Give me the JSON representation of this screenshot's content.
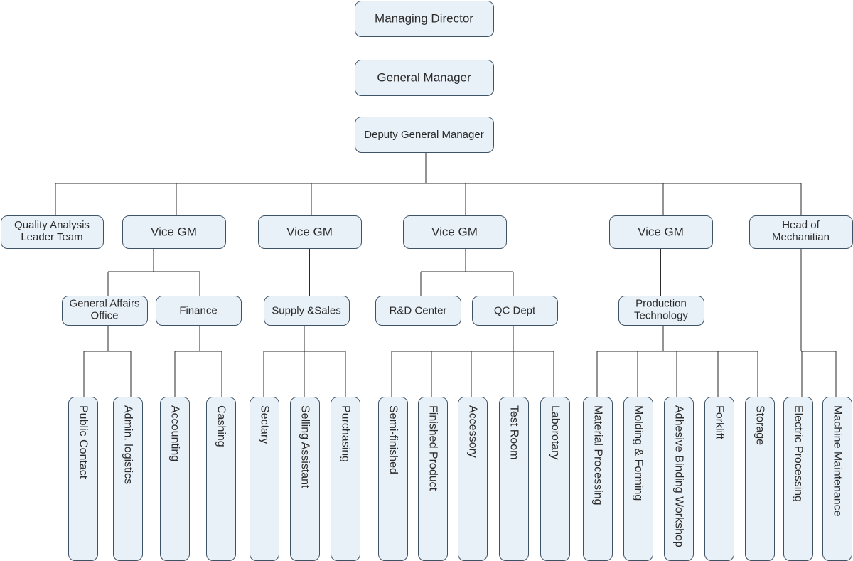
{
  "chart": {
    "nodes": [
      {
        "id": "md",
        "label": "Managing Director",
        "level": "top"
      },
      {
        "id": "gm",
        "label": "General Manager",
        "level": "top"
      },
      {
        "id": "dgm",
        "label": "Deputy General Manager",
        "level": "top"
      },
      {
        "id": "qa",
        "label": "Quality Analysis Leader Team",
        "level": "mid"
      },
      {
        "id": "vgm1",
        "label": "Vice GM",
        "level": "mid"
      },
      {
        "id": "vgm2",
        "label": "Vice GM",
        "level": "mid"
      },
      {
        "id": "vgm3",
        "label": "Vice GM",
        "level": "mid"
      },
      {
        "id": "vgm4",
        "label": "Vice GM",
        "level": "mid"
      },
      {
        "id": "hom",
        "label": "Head of Mechanitian",
        "level": "mid"
      },
      {
        "id": "gao",
        "label": "General Affairs Office",
        "level": "dept"
      },
      {
        "id": "fin",
        "label": "Finance",
        "level": "dept"
      },
      {
        "id": "ss",
        "label": "Supply &Sales",
        "level": "dept"
      },
      {
        "id": "rd",
        "label": "R&D Center",
        "level": "dept"
      },
      {
        "id": "qc",
        "label": "QC Dept",
        "level": "dept"
      },
      {
        "id": "pt",
        "label": "Production Technology",
        "level": "dept"
      },
      {
        "id": "pc",
        "label": "Public Contact",
        "level": "leaf"
      },
      {
        "id": "al",
        "label": "Admin. logistics",
        "level": "leaf"
      },
      {
        "id": "acc",
        "label": "Accounting",
        "level": "leaf"
      },
      {
        "id": "cash",
        "label": "Cashing",
        "level": "leaf"
      },
      {
        "id": "sec",
        "label": "Sectary",
        "level": "leaf"
      },
      {
        "id": "sa",
        "label": "Selling Assistant",
        "level": "leaf"
      },
      {
        "id": "pur",
        "label": "Purchasing",
        "level": "leaf"
      },
      {
        "id": "semi",
        "label": "Semi-finished",
        "level": "leaf"
      },
      {
        "id": "fp",
        "label": "Finished Product",
        "level": "leaf"
      },
      {
        "id": "acs",
        "label": "Accessory",
        "level": "leaf"
      },
      {
        "id": "tr",
        "label": "Test Room",
        "level": "leaf"
      },
      {
        "id": "lab",
        "label": "Laborotary",
        "level": "leaf"
      },
      {
        "id": "mp",
        "label": "Material Processing",
        "level": "leaf"
      },
      {
        "id": "mf",
        "label": "Molding & Forming",
        "level": "leaf"
      },
      {
        "id": "abw",
        "label": "Adhesive Binding Workshop",
        "level": "leaf"
      },
      {
        "id": "fl",
        "label": "Forklift",
        "level": "leaf"
      },
      {
        "id": "sto",
        "label": "Storage",
        "level": "leaf"
      },
      {
        "id": "ep",
        "label": "Electric Processing",
        "level": "leaf"
      },
      {
        "id": "mm",
        "label": "Machine Maintenance",
        "level": "leaf"
      }
    ],
    "edges": [
      [
        "md",
        "gm"
      ],
      [
        "gm",
        "dgm"
      ],
      [
        "dgm",
        "qa"
      ],
      [
        "dgm",
        "vgm1"
      ],
      [
        "dgm",
        "vgm2"
      ],
      [
        "dgm",
        "vgm3"
      ],
      [
        "dgm",
        "vgm4"
      ],
      [
        "dgm",
        "hom"
      ],
      [
        "vgm1",
        "gao"
      ],
      [
        "vgm1",
        "fin"
      ],
      [
        "vgm2",
        "ss"
      ],
      [
        "vgm3",
        "rd"
      ],
      [
        "vgm3",
        "qc"
      ],
      [
        "vgm4",
        "pt"
      ],
      [
        "gao",
        "pc"
      ],
      [
        "gao",
        "al"
      ],
      [
        "fin",
        "acc"
      ],
      [
        "fin",
        "cash"
      ],
      [
        "ss",
        "sec"
      ],
      [
        "ss",
        "sa"
      ],
      [
        "ss",
        "pur"
      ],
      [
        "qc",
        "semi"
      ],
      [
        "qc",
        "fp"
      ],
      [
        "qc",
        "acs"
      ],
      [
        "qc",
        "tr"
      ],
      [
        "qc",
        "lab"
      ],
      [
        "pt",
        "mp"
      ],
      [
        "pt",
        "mf"
      ],
      [
        "pt",
        "abw"
      ],
      [
        "pt",
        "fl"
      ],
      [
        "pt",
        "sto"
      ],
      [
        "hom",
        "ep"
      ],
      [
        "hom",
        "mm"
      ]
    ]
  }
}
